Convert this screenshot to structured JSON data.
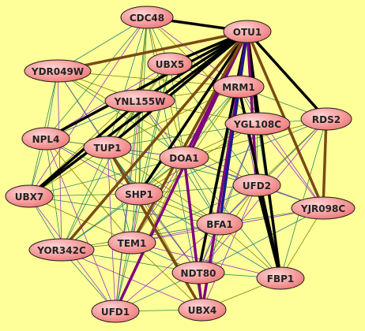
{
  "diagram": {
    "background": "#ffff99",
    "node_fill_light": "#ffd6d6",
    "node_fill_dark": "#f07f7f",
    "edge_colors": {
      "strong": "#000000",
      "brown": "#7a4a14",
      "blue": "#1a1a8c",
      "purple": "#800080",
      "olive": "#808000",
      "green": "#2e8b57",
      "violet": "#9932cc",
      "teal": "#2f7f7f"
    },
    "nodes": [
      {
        "id": "CDC48",
        "label": "CDC48"
      },
      {
        "id": "OTU1",
        "label": "OTU1"
      },
      {
        "id": "YDR049W",
        "label": "YDR049W"
      },
      {
        "id": "UBX5",
        "label": "UBX5"
      },
      {
        "id": "MRM1",
        "label": "MRM1"
      },
      {
        "id": "YNL155W",
        "label": "YNL155W"
      },
      {
        "id": "YGL108C",
        "label": "YGL108C"
      },
      {
        "id": "RDS2",
        "label": "RDS2"
      },
      {
        "id": "NPL4",
        "label": "NPL4"
      },
      {
        "id": "TUP1",
        "label": "TUP1"
      },
      {
        "id": "DOA1",
        "label": "DOA1"
      },
      {
        "id": "UFD2",
        "label": "UFD2"
      },
      {
        "id": "UBX7",
        "label": "UBX7"
      },
      {
        "id": "SHP1",
        "label": "SHP1"
      },
      {
        "id": "YJR098C",
        "label": "YJR098C"
      },
      {
        "id": "BFA1",
        "label": "BFA1"
      },
      {
        "id": "YOR342C",
        "label": "YOR342C"
      },
      {
        "id": "TEM1",
        "label": "TEM1"
      },
      {
        "id": "NDT80",
        "label": "NDT80"
      },
      {
        "id": "FBP1",
        "label": "FBP1"
      },
      {
        "id": "UFD1",
        "label": "UFD1"
      },
      {
        "id": "UBX4",
        "label": "UBX4"
      }
    ],
    "heavy_edges": [
      {
        "source": "OTU1",
        "target": "CDC48",
        "kind": "strong"
      },
      {
        "source": "OTU1",
        "target": "UBX5",
        "kind": "strong"
      },
      {
        "source": "OTU1",
        "target": "YNL155W",
        "kind": "strong"
      },
      {
        "source": "OTU1",
        "target": "MRM1",
        "kind": "strong"
      },
      {
        "source": "OTU1",
        "target": "YGL108C",
        "kind": "strong"
      },
      {
        "source": "OTU1",
        "target": "RDS2",
        "kind": "strong"
      },
      {
        "source": "OTU1",
        "target": "NPL4",
        "kind": "strong"
      },
      {
        "source": "OTU1",
        "target": "UBX7",
        "kind": "strong"
      },
      {
        "source": "OTU1",
        "target": "SHP1",
        "kind": "strong"
      },
      {
        "source": "OTU1",
        "target": "FBP1",
        "kind": "strong"
      },
      {
        "source": "OTU1",
        "target": "NDT80",
        "kind": "strong"
      },
      {
        "source": "OTU1",
        "target": "TUP1",
        "kind": "strong"
      },
      {
        "source": "OTU1",
        "target": "DOA1",
        "kind": "purple"
      },
      {
        "source": "OTU1",
        "target": "UFD1",
        "kind": "purple"
      },
      {
        "source": "OTU1",
        "target": "UBX4",
        "kind": "purple"
      },
      {
        "source": "OTU1",
        "target": "TEM1",
        "kind": "brown"
      },
      {
        "source": "OTU1",
        "target": "YDR049W",
        "kind": "brown"
      },
      {
        "source": "OTU1",
        "target": "YJR098C",
        "kind": "brown"
      },
      {
        "source": "OTU1",
        "target": "YOR342C",
        "kind": "brown"
      },
      {
        "source": "OTU1",
        "target": "BFA1",
        "kind": "blue"
      },
      {
        "source": "OTU1",
        "target": "UFD2",
        "kind": "purple"
      },
      {
        "source": "MRM1",
        "target": "FBP1",
        "kind": "strong"
      },
      {
        "source": "YNL155W",
        "target": "UBX7",
        "kind": "strong"
      },
      {
        "source": "UFD2",
        "target": "FBP1",
        "kind": "strong"
      },
      {
        "source": "DOA1",
        "target": "UBX4",
        "kind": "purple"
      },
      {
        "source": "TUP1",
        "target": "UBX4",
        "kind": "brown"
      },
      {
        "source": "RDS2",
        "target": "YJR098C",
        "kind": "brown"
      }
    ],
    "light_edges": [
      [
        "CDC48",
        "YDR049W",
        "teal"
      ],
      [
        "CDC48",
        "UBX5",
        "green"
      ],
      [
        "CDC48",
        "YNL155W",
        "olive"
      ],
      [
        "CDC48",
        "NPL4",
        "green"
      ],
      [
        "CDC48",
        "MRM1",
        "violet"
      ],
      [
        "CDC48",
        "TUP1",
        "teal"
      ],
      [
        "CDC48",
        "DOA1",
        "olive"
      ],
      [
        "CDC48",
        "SHP1",
        "green"
      ],
      [
        "CDC48",
        "UBX7",
        "violet"
      ],
      [
        "CDC48",
        "UFD1",
        "green"
      ],
      [
        "CDC48",
        "YGL108C",
        "olive"
      ],
      [
        "CDC48",
        "UBX4",
        "teal"
      ],
      [
        "YDR049W",
        "YNL155W",
        "olive"
      ],
      [
        "YDR049W",
        "NPL4",
        "teal"
      ],
      [
        "YDR049W",
        "TUP1",
        "violet"
      ],
      [
        "YDR049W",
        "UBX7",
        "green"
      ],
      [
        "YDR049W",
        "MRM1",
        "olive"
      ],
      [
        "YDR049W",
        "SHP1",
        "teal"
      ],
      [
        "YDR049W",
        "YOR342C",
        "violet"
      ],
      [
        "YDR049W",
        "DOA1",
        "green"
      ],
      [
        "YDR049W",
        "UFD2",
        "olive"
      ],
      [
        "UBX5",
        "YNL155W",
        "green"
      ],
      [
        "UBX5",
        "TUP1",
        "olive"
      ],
      [
        "UBX5",
        "NPL4",
        "violet"
      ],
      [
        "UBX5",
        "DOA1",
        "teal"
      ],
      [
        "UBX5",
        "SHP1",
        "green"
      ],
      [
        "UBX5",
        "UBX7",
        "olive"
      ],
      [
        "UBX5",
        "MRM1",
        "violet"
      ],
      [
        "UBX5",
        "UFD2",
        "teal"
      ],
      [
        "UBX5",
        "TEM1",
        "green"
      ],
      [
        "MRM1",
        "YNL155W",
        "olive"
      ],
      [
        "MRM1",
        "YGL108C",
        "teal"
      ],
      [
        "MRM1",
        "DOA1",
        "green"
      ],
      [
        "MRM1",
        "UFD2",
        "violet"
      ],
      [
        "MRM1",
        "BFA1",
        "olive"
      ],
      [
        "MRM1",
        "RDS2",
        "green"
      ],
      [
        "MRM1",
        "SHP1",
        "teal"
      ],
      [
        "MRM1",
        "TUP1",
        "olive"
      ],
      [
        "MRM1",
        "YJR098C",
        "violet"
      ],
      [
        "MRM1",
        "NDT80",
        "green"
      ],
      [
        "MRM1",
        "TEM1",
        "olive"
      ],
      [
        "YNL155W",
        "NPL4",
        "teal"
      ],
      [
        "YNL155W",
        "TUP1",
        "green"
      ],
      [
        "YNL155W",
        "DOA1",
        "violet"
      ],
      [
        "YNL155W",
        "SHP1",
        "olive"
      ],
      [
        "YNL155W",
        "YOR342C",
        "teal"
      ],
      [
        "YNL155W",
        "TEM1",
        "green"
      ],
      [
        "YNL155W",
        "YGL108C",
        "olive"
      ],
      [
        "YNL155W",
        "UFD1",
        "violet"
      ],
      [
        "YNL155W",
        "BFA1",
        "teal"
      ],
      [
        "YGL108C",
        "RDS2",
        "green"
      ],
      [
        "YGL108C",
        "DOA1",
        "olive"
      ],
      [
        "YGL108C",
        "UFD2",
        "teal"
      ],
      [
        "YGL108C",
        "YJR098C",
        "violet"
      ],
      [
        "YGL108C",
        "BFA1",
        "green"
      ],
      [
        "YGL108C",
        "SHP1",
        "olive"
      ],
      [
        "YGL108C",
        "FBP1",
        "teal"
      ],
      [
        "YGL108C",
        "NDT80",
        "violet"
      ],
      [
        "YGL108C",
        "TUP1",
        "green"
      ],
      [
        "RDS2",
        "UFD2",
        "olive"
      ],
      [
        "RDS2",
        "BFA1",
        "teal"
      ],
      [
        "RDS2",
        "FBP1",
        "green"
      ],
      [
        "RDS2",
        "NDT80",
        "violet"
      ],
      [
        "RDS2",
        "DOA1",
        "olive"
      ],
      [
        "RDS2",
        "SHP1",
        "teal"
      ],
      [
        "NPL4",
        "TUP1",
        "olive"
      ],
      [
        "NPL4",
        "UBX7",
        "teal"
      ],
      [
        "NPL4",
        "SHP1",
        "violet"
      ],
      [
        "NPL4",
        "YOR342C",
        "green"
      ],
      [
        "NPL4",
        "TEM1",
        "olive"
      ],
      [
        "NPL4",
        "DOA1",
        "teal"
      ],
      [
        "NPL4",
        "UFD1",
        "violet"
      ],
      [
        "NPL4",
        "BFA1",
        "green"
      ],
      [
        "TUP1",
        "DOA1",
        "violet"
      ],
      [
        "TUP1",
        "SHP1",
        "teal"
      ],
      [
        "TUP1",
        "UBX7",
        "olive"
      ],
      [
        "TUP1",
        "YOR342C",
        "green"
      ],
      [
        "TUP1",
        "TEM1",
        "teal"
      ],
      [
        "TUP1",
        "UFD1",
        "violet"
      ],
      [
        "TUP1",
        "BFA1",
        "olive"
      ],
      [
        "TUP1",
        "NDT80",
        "green"
      ],
      [
        "TUP1",
        "UFD2",
        "teal"
      ],
      [
        "DOA1",
        "UFD2",
        "green"
      ],
      [
        "DOA1",
        "SHP1",
        "olive"
      ],
      [
        "DOA1",
        "BFA1",
        "teal"
      ],
      [
        "DOA1",
        "TEM1",
        "violet"
      ],
      [
        "DOA1",
        "NDT80",
        "green"
      ],
      [
        "DOA1",
        "UFD1",
        "olive"
      ],
      [
        "DOA1",
        "FBP1",
        "teal"
      ],
      [
        "DOA1",
        "YJR098C",
        "violet"
      ],
      [
        "DOA1",
        "YOR342C",
        "green"
      ],
      [
        "UFD2",
        "YJR098C",
        "teal"
      ],
      [
        "UFD2",
        "BFA1",
        "violet"
      ],
      [
        "UFD2",
        "NDT80",
        "olive"
      ],
      [
        "UFD2",
        "SHP1",
        "green"
      ],
      [
        "UFD2",
        "TEM1",
        "teal"
      ],
      [
        "UFD2",
        "UBX4",
        "violet"
      ],
      [
        "UBX7",
        "SHP1",
        "green"
      ],
      [
        "UBX7",
        "YOR342C",
        "teal"
      ],
      [
        "UBX7",
        "TEM1",
        "olive"
      ],
      [
        "UBX7",
        "UFD1",
        "violet"
      ],
      [
        "UBX7",
        "BFA1",
        "green"
      ],
      [
        "UBX7",
        "DOA1",
        "teal"
      ],
      [
        "SHP1",
        "TEM1",
        "violet"
      ],
      [
        "SHP1",
        "BFA1",
        "olive"
      ],
      [
        "SHP1",
        "YOR342C",
        "teal"
      ],
      [
        "SHP1",
        "UFD1",
        "green"
      ],
      [
        "SHP1",
        "NDT80",
        "violet"
      ],
      [
        "SHP1",
        "UBX4",
        "olive"
      ],
      [
        "SHP1",
        "FBP1",
        "teal"
      ],
      [
        "YJR098C",
        "BFA1",
        "green"
      ],
      [
        "YJR098C",
        "FBP1",
        "olive"
      ],
      [
        "YJR098C",
        "NDT80",
        "teal"
      ],
      [
        "YJR098C",
        "TEM1",
        "violet"
      ],
      [
        "BFA1",
        "TEM1",
        "violet"
      ],
      [
        "BFA1",
        "NDT80",
        "green"
      ],
      [
        "BFA1",
        "FBP1",
        "olive"
      ],
      [
        "BFA1",
        "UBX4",
        "teal"
      ],
      [
        "BFA1",
        "UFD1",
        "violet"
      ],
      [
        "BFA1",
        "YOR342C",
        "green"
      ],
      [
        "YOR342C",
        "TEM1",
        "olive"
      ],
      [
        "YOR342C",
        "UFD1",
        "teal"
      ],
      [
        "YOR342C",
        "UBX4",
        "violet"
      ],
      [
        "YOR342C",
        "NDT80",
        "green"
      ],
      [
        "TEM1",
        "NDT80",
        "teal"
      ],
      [
        "TEM1",
        "UFD1",
        "green"
      ],
      [
        "TEM1",
        "UBX4",
        "olive"
      ],
      [
        "TEM1",
        "FBP1",
        "violet"
      ],
      [
        "NDT80",
        "FBP1",
        "green"
      ],
      [
        "NDT80",
        "UBX4",
        "violet"
      ],
      [
        "NDT80",
        "UFD1",
        "teal"
      ],
      [
        "FBP1",
        "UBX4",
        "olive"
      ],
      [
        "UFD1",
        "UBX4",
        "green"
      ]
    ]
  }
}
